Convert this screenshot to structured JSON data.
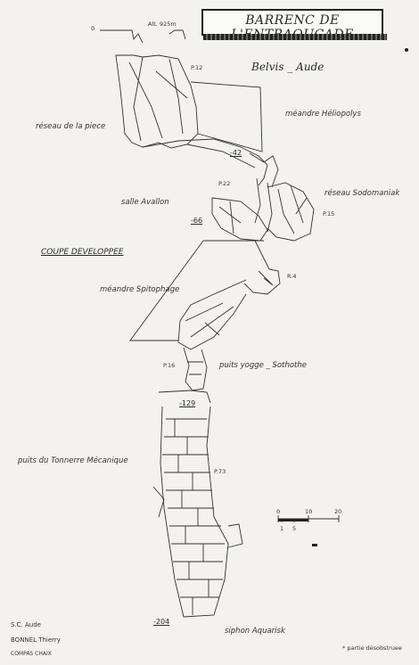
{
  "title": "BARRENC DE L'ENTRAOUCADE",
  "subtitle": "Belvis _ Aude",
  "section_label": "COUPE DEVELOPPEE",
  "top_depth": "0",
  "altitude": "Alt. 925m",
  "labels": {
    "p12": "P.12",
    "meandre_heliopolys": "méandre Héliopolys",
    "reseau_piece": "réseau de la piece",
    "depth42": "-42",
    "p22": "P.22",
    "reseau_sodomaniak": "réseau Sodomaniak",
    "salle_avallon": "salle Avallon",
    "p15": "P.15",
    "depth66": "-66",
    "r4": "R.4",
    "meandre_spitophage": "méandre Spitophage",
    "p16": "P.16",
    "puits_yogge": "puits yogge _ Sothothe",
    "depth129": "-129",
    "puits_tonnerre": "puits du Tonnerre  Mécanique",
    "p73": "P.73",
    "depth204": "-204",
    "siphon": "siphon Aquarisk",
    "partie": "* partie  désobstruee"
  },
  "scale": {
    "t0": "0",
    "t10": "10",
    "t20": "20",
    "t1": "1",
    "t5": "5"
  },
  "credits": [
    "S.C. Aude",
    "BONNEL Thierry",
    "COMPAS CHAIX"
  ]
}
